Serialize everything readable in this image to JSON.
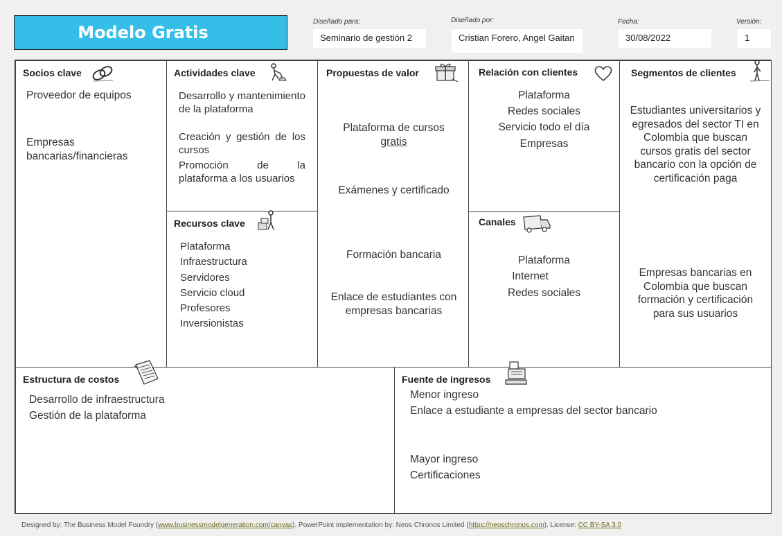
{
  "title": "Modelo Gratis",
  "meta": {
    "designed_for_label": "Diseñado para:",
    "designed_for": "Seminario de gestión 2",
    "designed_by_label": "Diseñado por:",
    "designed_by": "Cristian Forero, Angel Gaitan",
    "date_label": "Fecha:",
    "date": "30/08/2022",
    "version_label": "Versión:",
    "version": "1"
  },
  "blocks": {
    "socios": {
      "title": "Socios clave",
      "items": [
        "Proveedor de equipos",
        "Empresas bancarias/financieras"
      ]
    },
    "actividades": {
      "title": "Actividades clave",
      "items": [
        "Desarrollo y mantenimiento de la plataforma",
        "Creación y gestión de los cursos",
        "Promoción de la plataforma a los usuarios"
      ]
    },
    "recursos": {
      "title": "Recursos clave",
      "items": [
        "Plataforma",
        "Infraestructura",
        "Servidores",
        "Servicio cloud",
        "Profesores",
        "Inversionistas"
      ]
    },
    "propuestas": {
      "title": "Propuestas de valor",
      "item1_a": "Plataforma de cursos",
      "item1_b": "gratis",
      "items": [
        "Exámenes y certificado",
        "Formación bancaria",
        "Enlace de estudiantes con empresas bancarias"
      ]
    },
    "relacion": {
      "title": "Relación con clientes",
      "items": [
        "Plataforma",
        "Redes sociales",
        "Servicio todo el día",
        "Empresas"
      ]
    },
    "canales": {
      "title": "Canales",
      "items": [
        "Plataforma",
        "Internet",
        "Redes sociales"
      ]
    },
    "segmentos": {
      "title": "Segmentos de clientes",
      "items": [
        "Estudiantes universitarios y egresados del sector TI en Colombia que buscan cursos gratis del sector bancario con la opción de certificación paga",
        "Empresas bancarias en Colombia que buscan formación y certificación para sus usuarios"
      ]
    },
    "costos": {
      "title": "Estructura de costos",
      "items": [
        "Desarrollo de infraestructura",
        "Gestión de la plataforma"
      ]
    },
    "ingresos": {
      "title": "Fuente de ingresos",
      "items": [
        "Menor ingreso",
        "Enlace a estudiante a empresas del sector bancario",
        "Mayor ingreso",
        "Certificaciones"
      ]
    }
  },
  "footer": {
    "prefix": "Designed by: The Business Model Foundry (",
    "link1": "www.businessmodelgeneration.com/canvas",
    "mid": "). PowerPoint implementation by: Neos Chronos Limited (",
    "link2": "https://neoschronos.com",
    "mid2": "). License: ",
    "link3": "CC BY-SA 3.0"
  }
}
